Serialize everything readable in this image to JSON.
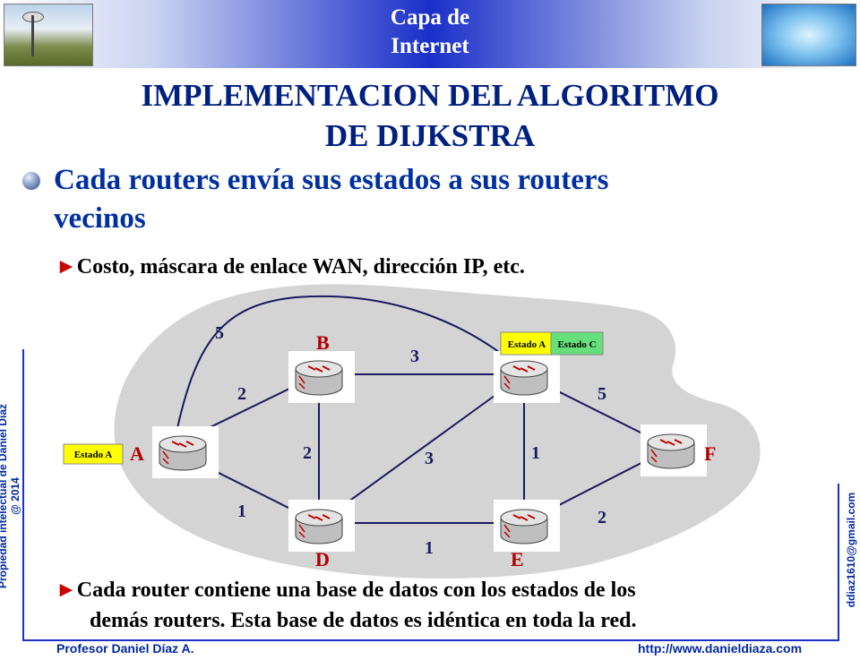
{
  "header": {
    "title_line1": "Capa de",
    "title_line2": "Internet"
  },
  "title": {
    "line1": "IMPLEMENTACION DEL ALGORITMO",
    "line2": "DE DIJKSTRA"
  },
  "bullet": {
    "line1": "Cada routers envía sus estados a sus routers",
    "line2": "vecinos"
  },
  "sub1": {
    "marker": "►",
    "text": "Costo, máscara de enlace WAN, dirección IP, etc."
  },
  "sub2": {
    "marker": "►",
    "line1": "Cada router contiene una base de datos con los estados de los",
    "line2": "demás routers. Esta base de datos es idéntica en toda la red."
  },
  "network": {
    "nodes": [
      "A",
      "B",
      "D",
      "E",
      "F"
    ],
    "weights": {
      "A_C_long": "5",
      "A_B": "2",
      "A_D": "1",
      "B_C": "3",
      "B_D": "2",
      "D_C": "3",
      "C_E": "1",
      "C_F": "5",
      "D_E": "1",
      "E_F": "2"
    },
    "tags": {
      "estado_a_left": "Estado A",
      "estado_a_top": "Estado A",
      "estado_c_top": "Estado C"
    },
    "colors": {
      "cloud": "#d4d4d4",
      "tag_yellow": "#ffff00",
      "tag_green": "#66e07a",
      "router": "#bfbfbf"
    }
  },
  "side": {
    "left": "Propiedad intelectual de Daniel Díaz @ 2014",
    "right": "ddiaz1610@gmail.com"
  },
  "footer": {
    "left": "Profesor Daniel Díaz A.",
    "right": "http://www.danieldiaza.com"
  }
}
